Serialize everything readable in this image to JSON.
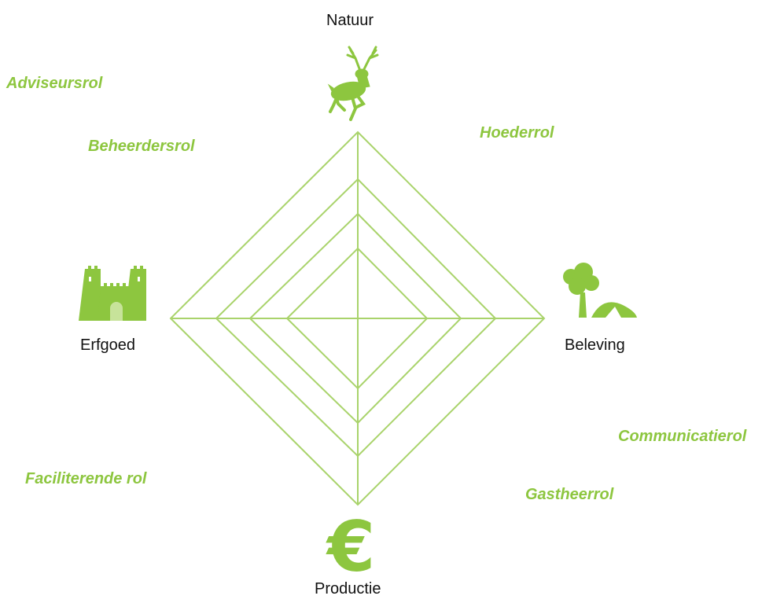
{
  "axes": {
    "top": "Natuur",
    "right": "Beleving",
    "bottom": "Productie",
    "left": "Erfgoed"
  },
  "roles": {
    "adviseur": "Adviseursrol",
    "beheerder": "Beheerdersrol",
    "hoeder": "Hoederrol",
    "communicatie": "Communicatierol",
    "gastheer": "Gastheerrol",
    "faciliterend": "Faciliterende rol"
  },
  "icons": {
    "top": "deer-icon",
    "right": "tree-and-tent-icon",
    "bottom": "euro-icon",
    "left": "castle-icon"
  },
  "colors": {
    "accent": "#8dc63f",
    "text": "#111111"
  },
  "euro_symbol": "€"
}
